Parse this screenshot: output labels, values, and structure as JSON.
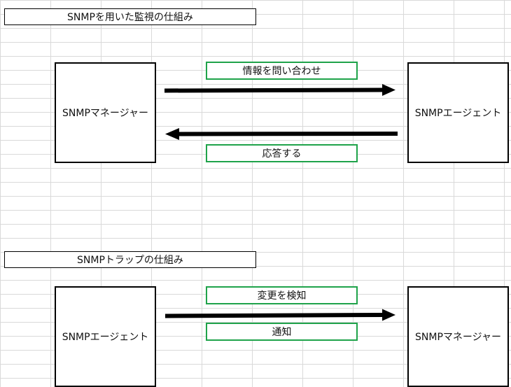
{
  "section1": {
    "title": "SNMPを用いた監視の仕組み",
    "left_node": "SNMPマネージャー",
    "right_node": "SNMPエージェント",
    "request_label": "情報を問い合わせ",
    "response_label": "応答する"
  },
  "section2": {
    "title": "SNMPトラップの仕組み",
    "left_node": "SNMPエージェント",
    "right_node": "SNMPマネージャー",
    "detect_label": "変更を検知",
    "notify_label": "通知"
  },
  "colors": {
    "label_border": "#1fa34a",
    "arrow": "#000000",
    "gridline": "#d9d9d9"
  }
}
